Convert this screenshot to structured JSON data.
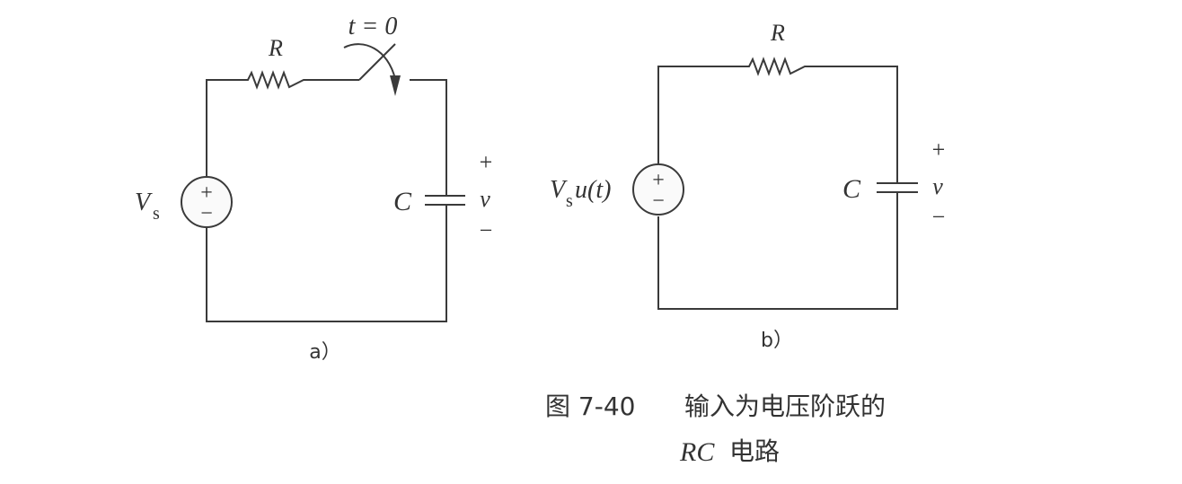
{
  "figure": {
    "number": "图 7-40",
    "title_line1": "输入为电压阶跃的",
    "title_line2_italic": "RC",
    "title_line2": "电路"
  },
  "circuit_a": {
    "sublabel": "a）",
    "source_label": "V",
    "source_subscript": "s",
    "resistor_label": "R",
    "switch_label": "t = 0",
    "capacitor_label": "C",
    "voltage_label": "v",
    "plus": "+",
    "minus": "−"
  },
  "circuit_b": {
    "sublabel": "b）",
    "source_label": "V",
    "source_subscript": "s",
    "source_suffix": "u(t)",
    "resistor_label": "R",
    "capacitor_label": "C",
    "voltage_label": "v",
    "plus": "+",
    "minus": "−"
  }
}
